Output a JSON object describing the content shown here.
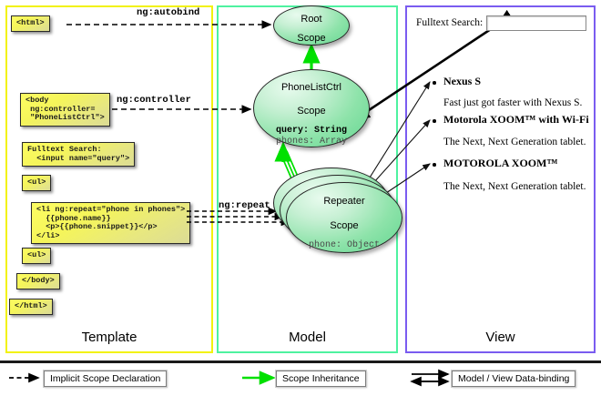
{
  "panels": {
    "template": {
      "label": "Template",
      "border_color": "#f2f20d"
    },
    "model": {
      "label": "Model",
      "border_color": "#4ef2a0"
    },
    "view": {
      "label": "View",
      "border_color": "#7a5cf0"
    }
  },
  "template_code": {
    "html_open": "<html>",
    "body_open": "<body\n ng:controller=\n \"PhoneListCtrl\">",
    "search": "Fulltext Search:\n  <input name=\"query\">",
    "ul_open": "<ul>",
    "li_repeat": "<li ng:repeat=\"phone in phones\">\n  {{phone.name}}\n  <p>{{phone.snippet}}</p>\n</li>",
    "ul_close": "<ul>",
    "body_close": "</body>",
    "html_close": "</html>"
  },
  "connector_labels": {
    "autobind": "ng:autobind",
    "controller": "ng:controller",
    "repeat": "ng:repeat"
  },
  "model_scopes": [
    {
      "name": "root",
      "title_line1": "Root",
      "title_line2": "Scope",
      "properties": []
    },
    {
      "name": "ctrl",
      "title_line1": "PhoneListCtrl",
      "title_line2": "Scope",
      "properties": [
        {
          "text": "query: String",
          "emphasis": true
        },
        {
          "text": "phones: Array",
          "emphasis": false
        }
      ]
    },
    {
      "name": "repeat",
      "title_line1": "Repeater",
      "title_line2": "Scope",
      "properties": [
        {
          "text": "phone: Object",
          "emphasis": false
        }
      ],
      "stack_count": 3
    }
  ],
  "view": {
    "search_label": "Fulltext Search:",
    "search_value": "",
    "search_placeholder": "",
    "items": [
      {
        "name": "Nexus S",
        "snippet": "Fast just got faster with Nexus S."
      },
      {
        "name": "Motorola XOOM™  with Wi-Fi",
        "snippet": "The Next, Next Generation tablet."
      },
      {
        "name": "MOTOROLA XOOM™",
        "snippet": "The Next, Next Generation tablet."
      }
    ]
  },
  "legend": [
    {
      "key": "implicit",
      "label": "Implicit Scope Declaration",
      "line_style": "dashed-arrow",
      "color": "#000000"
    },
    {
      "key": "inherit",
      "label": "Scope Inheritance",
      "line_style": "solid-arrow",
      "color": "#00e000"
    },
    {
      "key": "binding",
      "label": "Model / View Data-binding",
      "line_style": "double-arrow",
      "color": "#000000"
    }
  ],
  "colors": {
    "code_box_fill": "#f5f55a",
    "scope_fill": "#8ee3aa",
    "inheritance_green": "#00e000",
    "template_border": "#f2f20d",
    "model_border": "#4ef2a0",
    "view_border": "#7a5cf0"
  }
}
